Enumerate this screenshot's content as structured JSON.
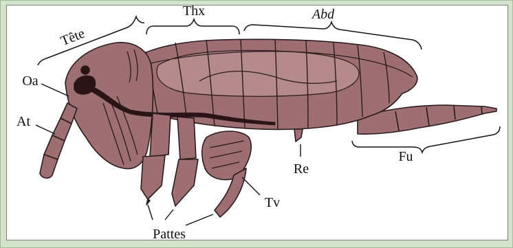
{
  "labels": {
    "tete": "Tête",
    "thx": "Thx",
    "abd": "Abd",
    "oa": "Oa",
    "at": "At",
    "re": "Re",
    "fu": "Fu",
    "tv": "Tv",
    "pattes": "Pattes"
  },
  "colors": {
    "body": "#9d6f73",
    "body_light": "#b48a8c",
    "outline": "#2a1a1c",
    "dark": "#2b1416",
    "frame": "#d3e3cc"
  }
}
